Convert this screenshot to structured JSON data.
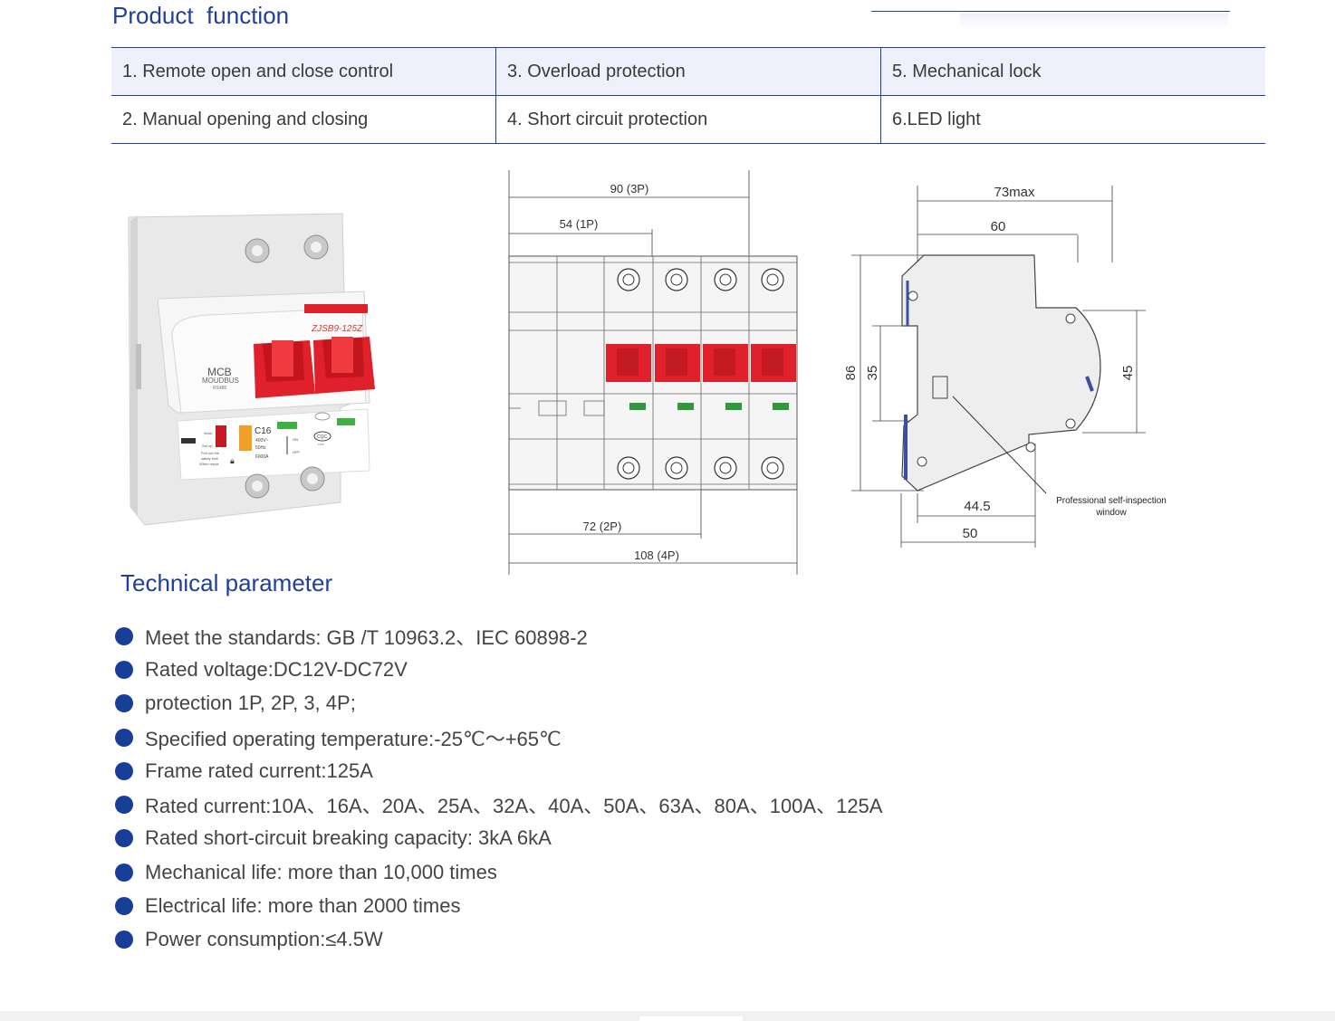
{
  "product_function": {
    "title": "Product  function",
    "rows": [
      [
        "1. Remote open and close control",
        "3. Overload protection",
        "5. Mechanical lock"
      ],
      [
        "2. Manual opening and closing",
        "4. Short circuit protection",
        "6.LED light"
      ]
    ]
  },
  "product_image": {
    "model": "ZJSB9-125Z",
    "brand": "MCB",
    "sub_brand": "MOUDBUS",
    "interface": "RS485",
    "rating": "C16",
    "voltage": "400V~",
    "frequency": "50Hz",
    "capacity": "6000A",
    "on_label": "ON",
    "off_label": "OFF",
    "cert": "CQC",
    "cert_code": "1125",
    "left_panel_lines": [
      "Work",
      "Set up",
      "Pull out the",
      "safety lock",
      "When repair"
    ]
  },
  "front_drawing": {
    "dims": [
      "90 (3P)",
      "54 (1P)",
      "72 (2P)",
      "108 (4P)"
    ]
  },
  "side_drawing": {
    "dims": [
      "73max",
      "60",
      "86",
      "35",
      "45",
      "44.5",
      "50"
    ],
    "callout_line1": "Professional self-inspection",
    "callout_line2": "window"
  },
  "technical_parameter": {
    "title": "Technical parameter",
    "items": [
      "Meet the standards: GB /T 10963.2、IEC 60898-2",
      "Rated voltage:DC12V-DC72V",
      "protection 1P, 2P, 3, 4P;",
      "Specified operating temperature:-25℃～+65℃",
      "Frame rated current:125A",
      "Rated current:10A、16A、20A、25A、32A、40A、50A、63A、80A、100A、125A",
      "Rated short-circuit breaking capacity: 3kA  6kA",
      "Mechanical life: more than 10,000 times",
      "Electrical life: more than 2000 times",
      "Power consumption:≤4.5W"
    ]
  },
  "colors": {
    "accent": "#1f3f9a",
    "bullet": "#173e98",
    "table_row": "#eef0fb",
    "handle_red": "#e0202a"
  }
}
